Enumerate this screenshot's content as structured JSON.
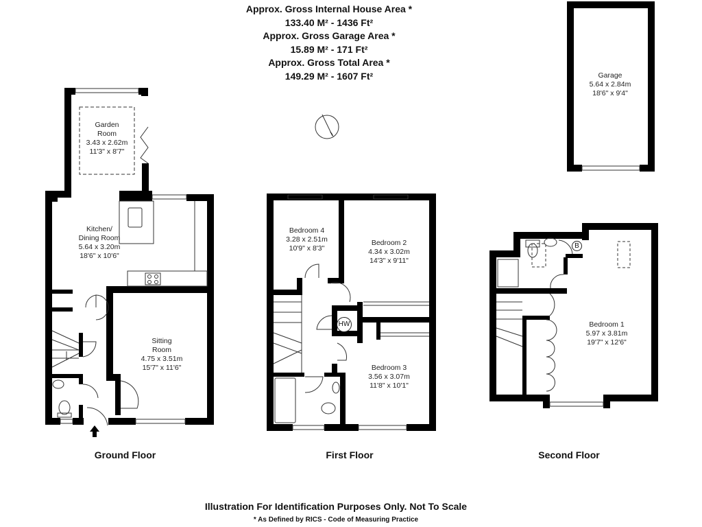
{
  "areas": {
    "house_label": "Approx. Gross Internal House Area *",
    "house_value": "133.40 M² - 1436 Ft²",
    "garage_label": "Approx. Gross Garage Area *",
    "garage_value": "15.89 M² - 171 Ft²",
    "total_label": "Approx. Gross Total Area *",
    "total_value": "149.29 M² - 1607 Ft²"
  },
  "ground_floor": {
    "label": "Ground Floor",
    "rooms": [
      {
        "name": "Garden",
        "name2": "Room",
        "metric": "3.43 x 2.62m",
        "imperial": "11'3\" x 8'7\""
      },
      {
        "name": "Kitchen/",
        "name2": "Dining Room",
        "metric": "5.64 x 3.20m",
        "imperial": "18'6\" x 10'6\""
      },
      {
        "name": "Sitting",
        "name2": "Room",
        "metric": "4.75 x 3.51m",
        "imperial": "15'7\" x 11'6\""
      }
    ]
  },
  "first_floor": {
    "label": "First Floor",
    "rooms": [
      {
        "name": "Bedroom 4",
        "metric": "3.28 x 2.51m",
        "imperial": "10'9\" x 8'3\""
      },
      {
        "name": "Bedroom 2",
        "metric": "4.34 x 3.02m",
        "imperial": "14'3\" x 9'11\""
      },
      {
        "name": "Bedroom 3",
        "metric": "3.56 x 3.07m",
        "imperial": "11'8\" x 10'1\""
      }
    ],
    "hot_water_label": "HW"
  },
  "second_floor": {
    "label": "Second Floor",
    "rooms": [
      {
        "name": "Bedroom 1",
        "metric": "5.97 x 3.81m",
        "imperial": "19'7\" x 12'6\""
      }
    ],
    "boiler_label": "B"
  },
  "garage": {
    "name": "Garage",
    "metric": "5.64 x 2.84m",
    "imperial": "18'6\" x 9'4\""
  },
  "footer": {
    "disclaimer": "Illustration For Identification Purposes Only. Not To Scale",
    "footnote": "* As Defined by RICS - Code of Measuring Practice"
  },
  "colors": {
    "wall": "#000000",
    "background": "#ffffff",
    "line": "#333333"
  }
}
